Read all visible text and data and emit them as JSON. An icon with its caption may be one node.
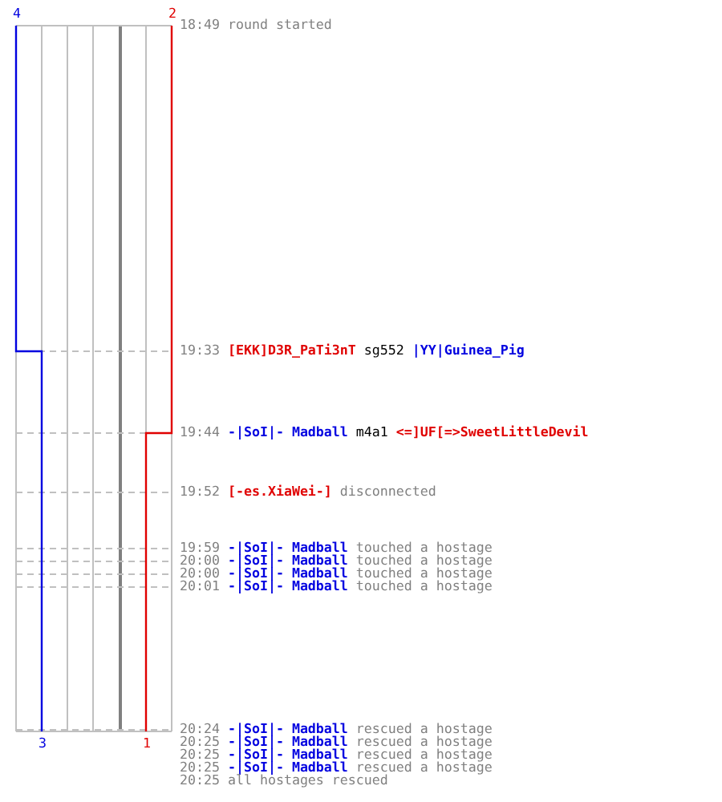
{
  "diagram": {
    "labels": [
      "4",
      "2",
      "18:49",
      "round started",
      "19:33",
      "[EKK]D3R_PaTi3nT",
      "sg552",
      "|YY|Guinea_Pig",
      "19:44",
      "-|SoI|- Madball",
      "m4a1",
      "<=]UF[=>SweetLittleDevil",
      "19:52",
      "[-es.XiaWei-]",
      "disconnected",
      "19:59",
      "-|SoI|- Madball",
      "touched a hostage",
      "20:00",
      "-|SoI|- Madball",
      "touched a hostage",
      "20:00",
      "-|SoI|- Madball",
      "touched a hostage",
      "20:01",
      "-|SoI|- Madball",
      "touched a hostage",
      "20:24",
      "-|SoI|- Madball",
      "rescued a hostage",
      "20:25",
      "-|SoI|- Madball",
      "rescued a hostage",
      "20:25",
      "-|SoI|- Madball",
      "rescued a hostage",
      "20:25",
      "-|SoI|- Madball",
      "rescued a hostage",
      "20:25",
      "all hostages rescued",
      "3",
      "1"
    ]
  }
}
